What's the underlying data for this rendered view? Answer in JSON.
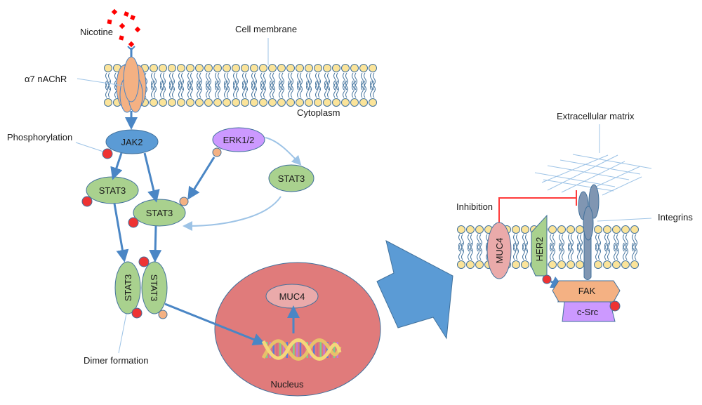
{
  "labels": {
    "nicotine": "Nicotine",
    "cell_membrane": "Cell membrane",
    "receptor": "α7 nAChR",
    "cytoplasm": "Cytoplasm",
    "phosphorylation": "Phosphorylation",
    "dimer_formation": "Dimer formation",
    "nucleus": "Nucleus",
    "extracellular_matrix": "Extracellular matrix",
    "inhibition": "Inhibition",
    "integrins": "Integrins"
  },
  "nodes": {
    "jak2": "JAK2",
    "erk": "ERK1/2",
    "stat3_left": "STAT3",
    "stat3_center": "STAT3",
    "stat3_right": "STAT3",
    "dimer_a": "STAT3",
    "dimer_b": "STAT3",
    "muc4_nucleus": "MUC4",
    "muc4_membrane": "MUC4",
    "her2": "HER2",
    "fak": "FAK",
    "csrc": "c-Src"
  },
  "colors": {
    "arrow": "#4a86c5",
    "jak2": "#5b9bd5",
    "erk": "#cc99ff",
    "stat3": "#a9d18e",
    "phospho": "#ee3333",
    "erk_phospho": "#f4b183",
    "nucleus": "#e07b7b",
    "muc4": "#eaaaaa",
    "fak": "#f4b183",
    "csrc": "#cc99ff",
    "integrin": "#8096b2",
    "lipid_head": "#fbe49a",
    "nicotine": "#ff0000",
    "inhibition": "#ff3b3b"
  }
}
